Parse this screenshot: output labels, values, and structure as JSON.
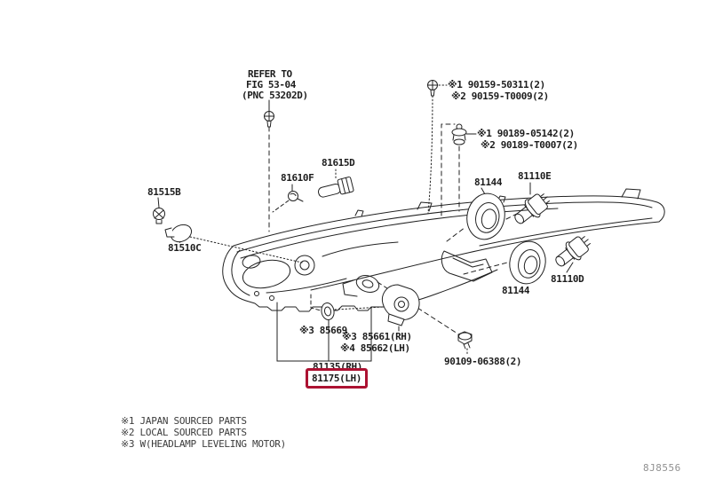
{
  "canvas": {
    "background": "#ffffff",
    "line_color": "#222222",
    "highlight_color": "#ac1232",
    "watermark_color": "#909090"
  },
  "refer_note": {
    "line1": "REFER TO",
    "line2": "FIG 53-04",
    "line3": "(PNC 53202D)"
  },
  "fasteners": {
    "screw_group": {
      "line1": "※1 90159-50311(2)",
      "line2": "※2 90159-T0009(2)"
    },
    "grommet_group": {
      "line1": "※1 90189-05142(2)",
      "line2": "※2 90189-T0007(2)"
    },
    "bolt": "90109-06388(2)"
  },
  "parts": {
    "bulb_81615d": "81615D",
    "clip_81610f": "81610F",
    "bulb_81515b": "81515B",
    "socket_81510c": "81510C",
    "ring_81144_upper": "81144",
    "bulb_81110e": "81110E",
    "ring_81144_lower": "81144",
    "bulb_81110d": "81110D",
    "cap_85669": "※3 85669",
    "motor_rh": "※3 85661(RH)",
    "motor_lh": "※4 85662(LH)",
    "headlamp_rh": "81135(RH)",
    "headlamp_lh_selected": "81175(LH)"
  },
  "legend": {
    "note1": "※1 JAPAN SOURCED PARTS",
    "note2": "※2 LOCAL SOURCED PARTS",
    "note3": "※3 W(HEADLAMP LEVELING MOTOR)"
  },
  "figure_code": "8J8556",
  "drawing": {
    "subject": "headlamp-assembly-exploded-view",
    "parts_depicted": [
      "headlamp-unit",
      "phillips-screws",
      "push-clip-grommet",
      "wedge-bulb",
      "bulb-socket",
      "retaining-clip",
      "halogen-bulbs",
      "seal-rings",
      "rubber-cap",
      "leveling-motor",
      "mounting-bolt"
    ]
  }
}
